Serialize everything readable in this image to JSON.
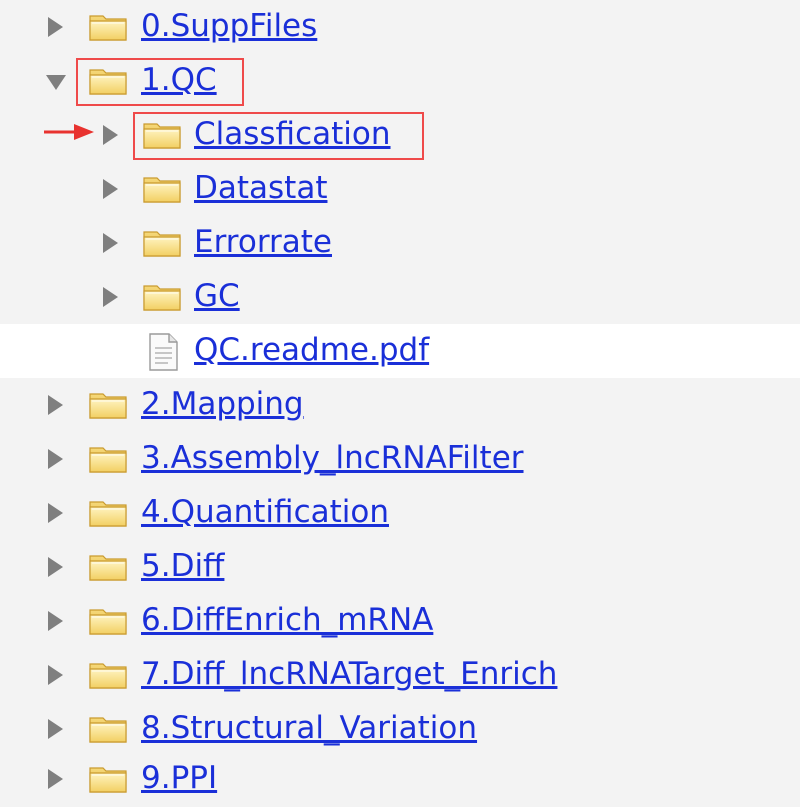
{
  "tree": {
    "accent_color": "#1a2fd8",
    "highlight_color": "#ef4a4a",
    "items": [
      {
        "label": "0.SuppFiles",
        "icon": "folder-icon",
        "state": "collapsed"
      },
      {
        "label": "1.QC",
        "icon": "folder-icon",
        "state": "expanded"
      },
      {
        "label": "Classfication",
        "icon": "folder-icon",
        "state": "collapsed"
      },
      {
        "label": "Datastat",
        "icon": "folder-icon",
        "state": "collapsed"
      },
      {
        "label": "Errorrate",
        "icon": "folder-icon",
        "state": "collapsed"
      },
      {
        "label": "GC",
        "icon": "folder-icon",
        "state": "collapsed"
      },
      {
        "label": "QC.readme.pdf",
        "icon": "file-icon",
        "state": "file"
      },
      {
        "label": "2.Mapping",
        "icon": "folder-icon",
        "state": "collapsed"
      },
      {
        "label": "3.Assembly_lncRNAFilter",
        "icon": "folder-icon",
        "state": "collapsed"
      },
      {
        "label": "4.Quantification",
        "icon": "folder-icon",
        "state": "collapsed"
      },
      {
        "label": "5.Diff",
        "icon": "folder-icon",
        "state": "collapsed"
      },
      {
        "label": "6.DiffEnrich_mRNA",
        "icon": "folder-icon",
        "state": "collapsed"
      },
      {
        "label": "7.Diff_lncRNATarget_Enrich",
        "icon": "folder-icon",
        "state": "collapsed"
      },
      {
        "label": "8.Structural_Variation",
        "icon": "folder-icon",
        "state": "collapsed"
      },
      {
        "label": "9.PPI",
        "icon": "folder-icon",
        "state": "collapsed"
      }
    ]
  }
}
